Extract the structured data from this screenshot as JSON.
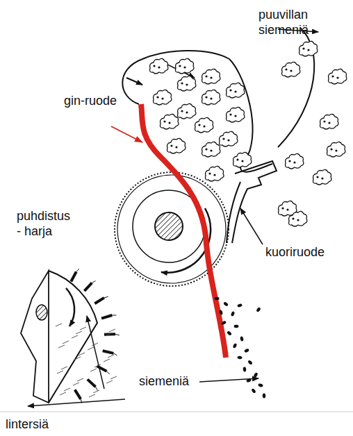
{
  "diagram": {
    "labels": [
      "puuvillan siemeniä",
      "gin-ruode",
      "puhdistus - harja",
      "kuoriruode",
      "siemeniä",
      "lintersiä"
    ]
  }
}
